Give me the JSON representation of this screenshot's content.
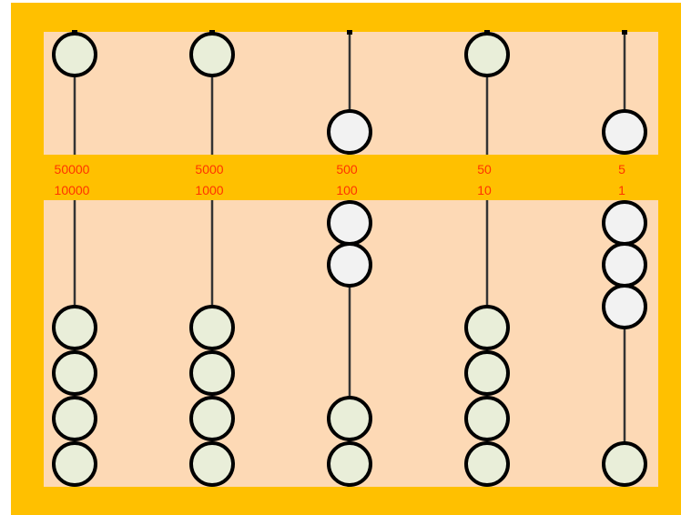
{
  "colors": {
    "frame": "#FFC000",
    "panel": "#FDD9B5",
    "rod": "#333333",
    "bead_inactive": "#E9EED9",
    "bead_active": "#F2F2F2",
    "bead_stroke": "#000000",
    "label": "#FF3300"
  },
  "columns": [
    {
      "upper_label": "50000",
      "lower_label": "10000",
      "upper_bead_active": false,
      "lower_active_count": 0
    },
    {
      "upper_label": "5000",
      "lower_label": "1000",
      "upper_bead_active": false,
      "lower_active_count": 0
    },
    {
      "upper_label": "500",
      "lower_label": "100",
      "upper_bead_active": true,
      "lower_active_count": 2
    },
    {
      "upper_label": "50",
      "lower_label": "10",
      "upper_bead_active": false,
      "lower_active_count": 0
    },
    {
      "upper_label": "5",
      "lower_label": "1",
      "upper_bead_active": true,
      "lower_active_count": 3
    }
  ]
}
